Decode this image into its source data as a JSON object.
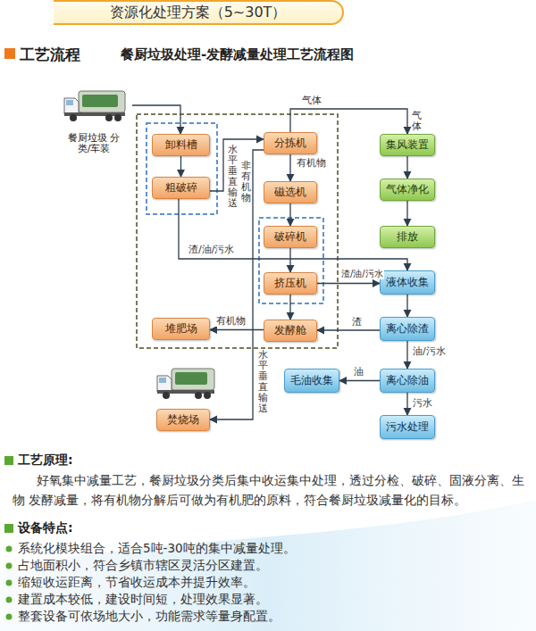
{
  "diagram": {
    "title": "餐厨垃圾处理-发酵减量处理工艺流程图",
    "nodes": [
      {
        "text": [
          "资源化处理方案（5~30T）"
        ]
      },
      {
        "text": [
          "餐厨垃圾 分类/车装"
        ]
      },
      {
        "text": [
          "卸料槽"
        ]
      },
      {
        "text": [
          "粗破碎"
        ]
      },
      {
        "text": [
          "分拣机"
        ]
      },
      {
        "text": [
          "磁选机"
        ]
      },
      {
        "text": [
          "破碎机"
        ]
      },
      {
        "text": [
          "挤压机"
        ]
      },
      {
        "text": [
          "发酵舱"
        ]
      },
      {
        "text": [
          "堆肥场"
        ]
      },
      {
        "text": [
          "焚烧场"
        ]
      },
      {
        "text": [
          "集风装置"
        ]
      },
      {
        "text": [
          "气体净化"
        ]
      },
      {
        "text": [
          "排放"
        ]
      },
      {
        "text": [
          "液体收集"
        ]
      },
      {
        "text": [
          "离心除渣"
        ]
      },
      {
        "text": [
          "离心除油"
        ]
      },
      {
        "text": [
          "毛油收集"
        ]
      },
      {
        "text": [
          "污水处理"
        ]
      }
    ],
    "edges": [
      {
        "from": 1,
        "to": 2,
        "arrow": "to"
      },
      {
        "from": 2,
        "to": 3,
        "arrow": "to"
      },
      {
        "from": 3,
        "to": 4,
        "arrow": "to",
        "label": "水平垂直输送"
      },
      {
        "from": 4,
        "to": 5,
        "arrow": "to",
        "label": "有机物"
      },
      {
        "from": 4,
        "to": 10,
        "arrow": "to",
        "label": "非有机物"
      },
      {
        "from": 5,
        "to": 6,
        "arrow": "to"
      },
      {
        "from": 6,
        "to": 7,
        "arrow": "to"
      },
      {
        "from": 7,
        "to": 8,
        "arrow": "to"
      },
      {
        "from": 8,
        "to": 9,
        "arrow": "to",
        "label": "有机物"
      },
      {
        "from": 3,
        "to": 14,
        "arrow": "to",
        "label": "渣/油/污水"
      },
      {
        "from": 7,
        "to": 14,
        "arrow": "to",
        "label": "渣/油/污水"
      },
      {
        "from": 4,
        "to": 11,
        "arrow": "to",
        "label": "气体"
      },
      {
        "from": 11,
        "to": 12,
        "arrow": "to"
      },
      {
        "from": 12,
        "to": 13,
        "arrow": "to"
      },
      {
        "from": 14,
        "to": 15,
        "arrow": "to"
      },
      {
        "from": 15,
        "to": 8,
        "arrow": "to",
        "label": "渣"
      },
      {
        "from": 15,
        "to": 16,
        "arrow": "to",
        "label": "油/污水"
      },
      {
        "from": 16,
        "to": 17,
        "arrow": "to",
        "label": "油"
      },
      {
        "from": 16,
        "to": 18,
        "arrow": "to",
        "label": "污水"
      }
    ],
    "labels": [
      "工艺流程",
      "气体",
      "水平垂直输送",
      "工艺原理:",
      "好氧集中减量工艺，餐厨垃圾分类后集中收运集中处理，透过分检、破碎、固液分离、生物 发酵减量，将有机物分解后可做为有机肥的原料，符合餐厨垃圾减量化的目标。",
      "设备特点:",
      "系统化模块组合，适合5吨-30吨的集中减量处理。",
      "占地面积小，符合乡镇市辖区灵活分区建置。",
      "缩短收运距离，节省收运成本并提升效率。",
      "建置成本较低，建设时间短，处理效果显著。",
      "整套设备可依场地大小，功能需求等量身配置。"
    ]
  }
}
